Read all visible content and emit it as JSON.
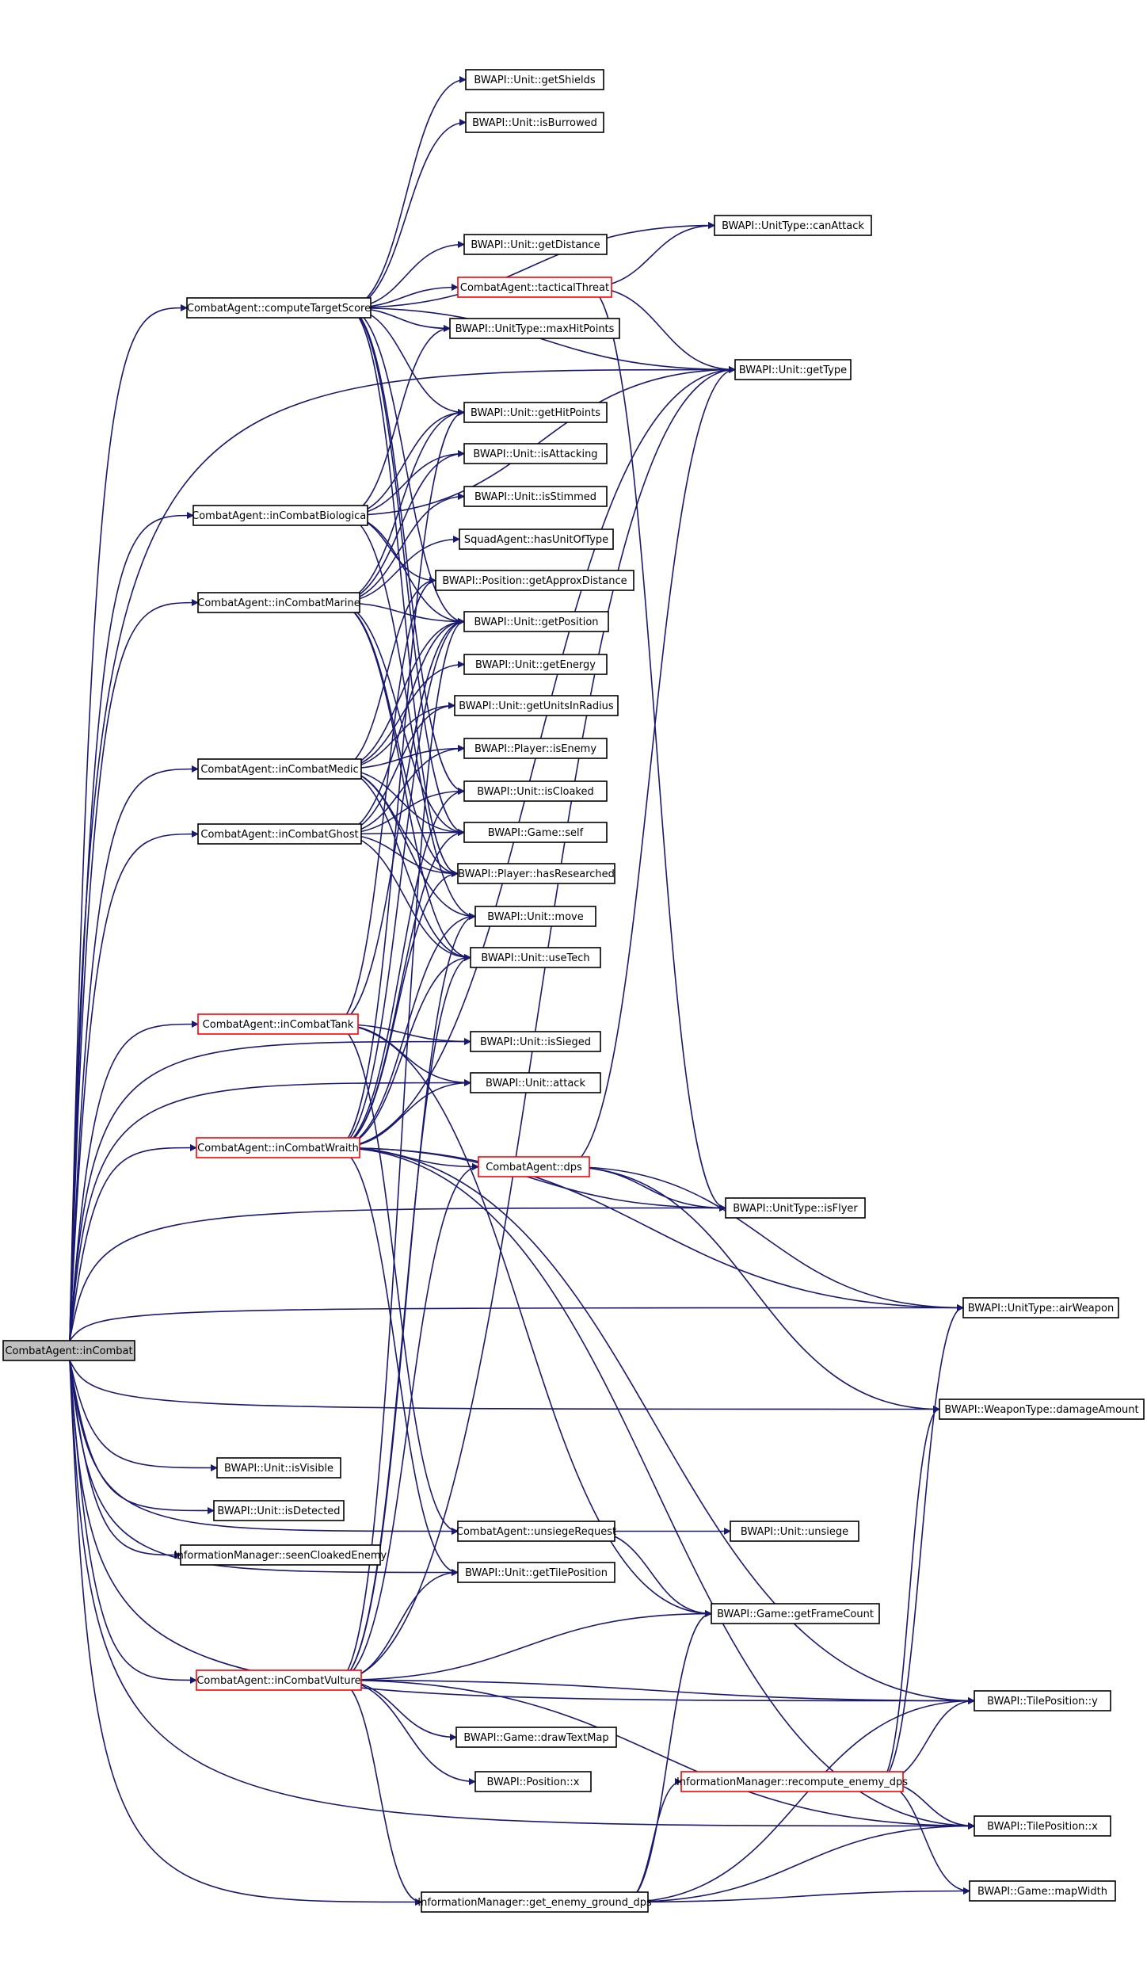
{
  "graph": {
    "nodes": [
      {
        "id": "inCombat",
        "label": "CombatAgent::inCombat",
        "style": "root"
      },
      {
        "id": "computeTargetScore",
        "label": "CombatAgent::computeTargetScore",
        "style": "normal"
      },
      {
        "id": "inCombatBiological",
        "label": "CombatAgent::inCombatBiological",
        "style": "normal"
      },
      {
        "id": "inCombatMarine",
        "label": "CombatAgent::inCombatMarine",
        "style": "normal"
      },
      {
        "id": "inCombatMedic",
        "label": "CombatAgent::inCombatMedic",
        "style": "normal"
      },
      {
        "id": "inCombatGhost",
        "label": "CombatAgent::inCombatGhost",
        "style": "normal"
      },
      {
        "id": "inCombatTank",
        "label": "CombatAgent::inCombatTank",
        "style": "red"
      },
      {
        "id": "inCombatWraith",
        "label": "CombatAgent::inCombatWraith",
        "style": "red"
      },
      {
        "id": "inCombatVulture",
        "label": "CombatAgent::inCombatVulture",
        "style": "red"
      },
      {
        "id": "isVisible",
        "label": "BWAPI::Unit::isVisible",
        "style": "normal"
      },
      {
        "id": "isDetected",
        "label": "BWAPI::Unit::isDetected",
        "style": "normal"
      },
      {
        "id": "seenCloakedEnemy",
        "label": "InformationManager::seenCloakedEnemy",
        "style": "normal"
      },
      {
        "id": "unsiegeRequest",
        "label": "CombatAgent::unsiegeRequest",
        "style": "normal"
      },
      {
        "id": "getTilePosition",
        "label": "BWAPI::Unit::getTilePosition",
        "style": "normal"
      },
      {
        "id": "drawTextMap",
        "label": "BWAPI::Game::drawTextMap",
        "style": "normal"
      },
      {
        "id": "positionX",
        "label": "BWAPI::Position::x",
        "style": "normal"
      },
      {
        "id": "getEnemyGroundDps",
        "label": "InformationManager::get_enemy_ground_dps",
        "style": "normal"
      },
      {
        "id": "getShields",
        "label": "BWAPI::Unit::getShields",
        "style": "normal"
      },
      {
        "id": "isBurrowed",
        "label": "BWAPI::Unit::isBurrowed",
        "style": "normal"
      },
      {
        "id": "getDistance",
        "label": "BWAPI::Unit::getDistance",
        "style": "normal"
      },
      {
        "id": "tacticalThreat",
        "label": "CombatAgent::tacticalThreat",
        "style": "red"
      },
      {
        "id": "maxHitPoints",
        "label": "BWAPI::UnitType::maxHitPoints",
        "style": "normal"
      },
      {
        "id": "getHitPoints",
        "label": "BWAPI::Unit::getHitPoints",
        "style": "normal"
      },
      {
        "id": "isAttacking",
        "label": "BWAPI::Unit::isAttacking",
        "style": "normal"
      },
      {
        "id": "isStimmed",
        "label": "BWAPI::Unit::isStimmed",
        "style": "normal"
      },
      {
        "id": "hasUnitOfType",
        "label": "SquadAgent::hasUnitOfType",
        "style": "normal"
      },
      {
        "id": "getApproxDistance",
        "label": "BWAPI::Position::getApproxDistance",
        "style": "normal"
      },
      {
        "id": "getPosition",
        "label": "BWAPI::Unit::getPosition",
        "style": "normal"
      },
      {
        "id": "getEnergy",
        "label": "BWAPI::Unit::getEnergy",
        "style": "normal"
      },
      {
        "id": "getUnitsInRadius",
        "label": "BWAPI::Unit::getUnitsInRadius",
        "style": "normal"
      },
      {
        "id": "isEnemy",
        "label": "BWAPI::Player::isEnemy",
        "style": "normal"
      },
      {
        "id": "isCloaked",
        "label": "BWAPI::Unit::isCloaked",
        "style": "normal"
      },
      {
        "id": "gameSelf",
        "label": "BWAPI::Game::self",
        "style": "normal"
      },
      {
        "id": "hasResearched",
        "label": "BWAPI::Player::hasResearched",
        "style": "normal"
      },
      {
        "id": "move",
        "label": "BWAPI::Unit::move",
        "style": "normal"
      },
      {
        "id": "useTech",
        "label": "BWAPI::Unit::useTech",
        "style": "normal"
      },
      {
        "id": "isSieged",
        "label": "BWAPI::Unit::isSieged",
        "style": "normal"
      },
      {
        "id": "attack",
        "label": "BWAPI::Unit::attack",
        "style": "normal"
      },
      {
        "id": "dps",
        "label": "CombatAgent::dps",
        "style": "red"
      },
      {
        "id": "unsiege",
        "label": "BWAPI::Unit::unsiege",
        "style": "normal"
      },
      {
        "id": "getFrameCount",
        "label": "BWAPI::Game::getFrameCount",
        "style": "normal"
      },
      {
        "id": "recomputeEnemyDps",
        "label": "InformationManager::recompute_enemy_dps",
        "style": "red"
      },
      {
        "id": "canAttack",
        "label": "BWAPI::UnitType::canAttack",
        "style": "normal"
      },
      {
        "id": "getType",
        "label": "BWAPI::Unit::getType",
        "style": "normal"
      },
      {
        "id": "isFlyer",
        "label": "BWAPI::UnitType::isFlyer",
        "style": "normal"
      },
      {
        "id": "airWeapon",
        "label": "BWAPI::UnitType::airWeapon",
        "style": "normal"
      },
      {
        "id": "damageAmount",
        "label": "BWAPI::WeaponType::damageAmount",
        "style": "normal"
      },
      {
        "id": "tileY",
        "label": "BWAPI::TilePosition::y",
        "style": "normal"
      },
      {
        "id": "tileX",
        "label": "BWAPI::TilePosition::x",
        "style": "normal"
      },
      {
        "id": "mapWidth",
        "label": "BWAPI::Game::mapWidth",
        "style": "normal"
      }
    ],
    "edges": [
      [
        "inCombat",
        "computeTargetScore"
      ],
      [
        "inCombat",
        "inCombatBiological"
      ],
      [
        "inCombat",
        "inCombatMarine"
      ],
      [
        "inCombat",
        "inCombatMedic"
      ],
      [
        "inCombat",
        "inCombatGhost"
      ],
      [
        "inCombat",
        "inCombatTank"
      ],
      [
        "inCombat",
        "inCombatWraith"
      ],
      [
        "inCombat",
        "inCombatVulture"
      ],
      [
        "inCombat",
        "isVisible"
      ],
      [
        "inCombat",
        "isDetected"
      ],
      [
        "inCombat",
        "seenCloakedEnemy"
      ],
      [
        "inCombat",
        "unsiegeRequest"
      ],
      [
        "inCombat",
        "getTilePosition"
      ],
      [
        "inCombat",
        "getEnemyGroundDps"
      ],
      [
        "inCombat",
        "getType"
      ],
      [
        "inCombat",
        "isFlyer"
      ],
      [
        "inCombat",
        "airWeapon"
      ],
      [
        "inCombat",
        "damageAmount"
      ],
      [
        "inCombat",
        "tileX"
      ],
      [
        "inCombat",
        "tileY"
      ],
      [
        "inCombat",
        "isSieged"
      ],
      [
        "inCombat",
        "attack"
      ],
      [
        "computeTargetScore",
        "getShields"
      ],
      [
        "computeTargetScore",
        "isBurrowed"
      ],
      [
        "computeTargetScore",
        "canAttack"
      ],
      [
        "computeTargetScore",
        "getDistance"
      ],
      [
        "computeTargetScore",
        "tacticalThreat"
      ],
      [
        "computeTargetScore",
        "maxHitPoints"
      ],
      [
        "computeTargetScore",
        "getType"
      ],
      [
        "computeTargetScore",
        "getHitPoints"
      ],
      [
        "computeTargetScore",
        "getPosition"
      ],
      [
        "computeTargetScore",
        "isCloaked"
      ],
      [
        "computeTargetScore",
        "gameSelf"
      ],
      [
        "computeTargetScore",
        "hasResearched"
      ],
      [
        "tacticalThreat",
        "canAttack"
      ],
      [
        "tacticalThreat",
        "getType"
      ],
      [
        "tacticalThreat",
        "isFlyer"
      ],
      [
        "inCombatBiological",
        "maxHitPoints"
      ],
      [
        "inCombatBiological",
        "getType"
      ],
      [
        "inCombatBiological",
        "getHitPoints"
      ],
      [
        "inCombatBiological",
        "isAttacking"
      ],
      [
        "inCombatBiological",
        "getApproxDistance"
      ],
      [
        "inCombatBiological",
        "getPosition"
      ],
      [
        "inCombatBiological",
        "move"
      ],
      [
        "inCombatMarine",
        "getHitPoints"
      ],
      [
        "inCombatMarine",
        "isAttacking"
      ],
      [
        "inCombatMarine",
        "isStimmed"
      ],
      [
        "inCombatMarine",
        "hasUnitOfType"
      ],
      [
        "inCombatMarine",
        "getPosition"
      ],
      [
        "inCombatMarine",
        "gameSelf"
      ],
      [
        "inCombatMarine",
        "hasResearched"
      ],
      [
        "inCombatMarine",
        "useTech"
      ],
      [
        "inCombatMedic",
        "getApproxDistance"
      ],
      [
        "inCombatMedic",
        "getPosition"
      ],
      [
        "inCombatMedic",
        "getEnergy"
      ],
      [
        "inCombatMedic",
        "getUnitsInRadius"
      ],
      [
        "inCombatMedic",
        "isEnemy"
      ],
      [
        "inCombatMedic",
        "gameSelf"
      ],
      [
        "inCombatMedic",
        "hasResearched"
      ],
      [
        "inCombatMedic",
        "move"
      ],
      [
        "inCombatMedic",
        "useTech"
      ],
      [
        "inCombatGhost",
        "getPosition"
      ],
      [
        "inCombatGhost",
        "getUnitsInRadius"
      ],
      [
        "inCombatGhost",
        "isEnemy"
      ],
      [
        "inCombatGhost",
        "isCloaked"
      ],
      [
        "inCombatGhost",
        "gameSelf"
      ],
      [
        "inCombatGhost",
        "hasResearched"
      ],
      [
        "inCombatGhost",
        "useTech"
      ],
      [
        "inCombatTank",
        "getPosition"
      ],
      [
        "inCombatTank",
        "getApproxDistance"
      ],
      [
        "inCombatTank",
        "isSieged"
      ],
      [
        "inCombatTank",
        "attack"
      ],
      [
        "inCombatTank",
        "unsiegeRequest"
      ],
      [
        "inCombatTank",
        "getFrameCount"
      ],
      [
        "inCombatWraith",
        "getHitPoints"
      ],
      [
        "inCombatWraith",
        "getPosition"
      ],
      [
        "inCombatWraith",
        "isCloaked"
      ],
      [
        "inCombatWraith",
        "gameSelf"
      ],
      [
        "inCombatWraith",
        "hasResearched"
      ],
      [
        "inCombatWraith",
        "move"
      ],
      [
        "inCombatWraith",
        "useTech"
      ],
      [
        "inCombatWraith",
        "attack"
      ],
      [
        "inCombatWraith",
        "dps"
      ],
      [
        "inCombatWraith",
        "getType"
      ],
      [
        "inCombatWraith",
        "isFlyer"
      ],
      [
        "inCombatWraith",
        "airWeapon"
      ],
      [
        "inCombatWraith",
        "getTilePosition"
      ],
      [
        "inCombatWraith",
        "tileX"
      ],
      [
        "inCombatWraith",
        "tileY"
      ],
      [
        "inCombatVulture",
        "getPosition"
      ],
      [
        "inCombatVulture",
        "move"
      ],
      [
        "inCombatVulture",
        "useTech"
      ],
      [
        "inCombatVulture",
        "dps"
      ],
      [
        "inCombatVulture",
        "getTilePosition"
      ],
      [
        "inCombatVulture",
        "getFrameCount"
      ],
      [
        "inCombatVulture",
        "getType"
      ],
      [
        "inCombatVulture",
        "drawTextMap"
      ],
      [
        "inCombatVulture",
        "positionX"
      ],
      [
        "inCombatVulture",
        "tileY"
      ],
      [
        "inCombatVulture",
        "tileX"
      ],
      [
        "inCombatVulture",
        "getEnemyGroundDps"
      ],
      [
        "dps",
        "airWeapon"
      ],
      [
        "dps",
        "damageAmount"
      ],
      [
        "dps",
        "isFlyer"
      ],
      [
        "dps",
        "getType"
      ],
      [
        "unsiegeRequest",
        "unsiege"
      ],
      [
        "unsiegeRequest",
        "getFrameCount"
      ],
      [
        "getEnemyGroundDps",
        "getFrameCount"
      ],
      [
        "getEnemyGroundDps",
        "recomputeEnemyDps"
      ],
      [
        "getEnemyGroundDps",
        "tileX"
      ],
      [
        "getEnemyGroundDps",
        "mapWidth"
      ],
      [
        "getEnemyGroundDps",
        "tileY"
      ],
      [
        "recomputeEnemyDps",
        "airWeapon"
      ],
      [
        "recomputeEnemyDps",
        "damageAmount"
      ],
      [
        "recomputeEnemyDps",
        "tileY"
      ],
      [
        "recomputeEnemyDps",
        "tileX"
      ],
      [
        "recomputeEnemyDps",
        "mapWidth"
      ]
    ]
  }
}
